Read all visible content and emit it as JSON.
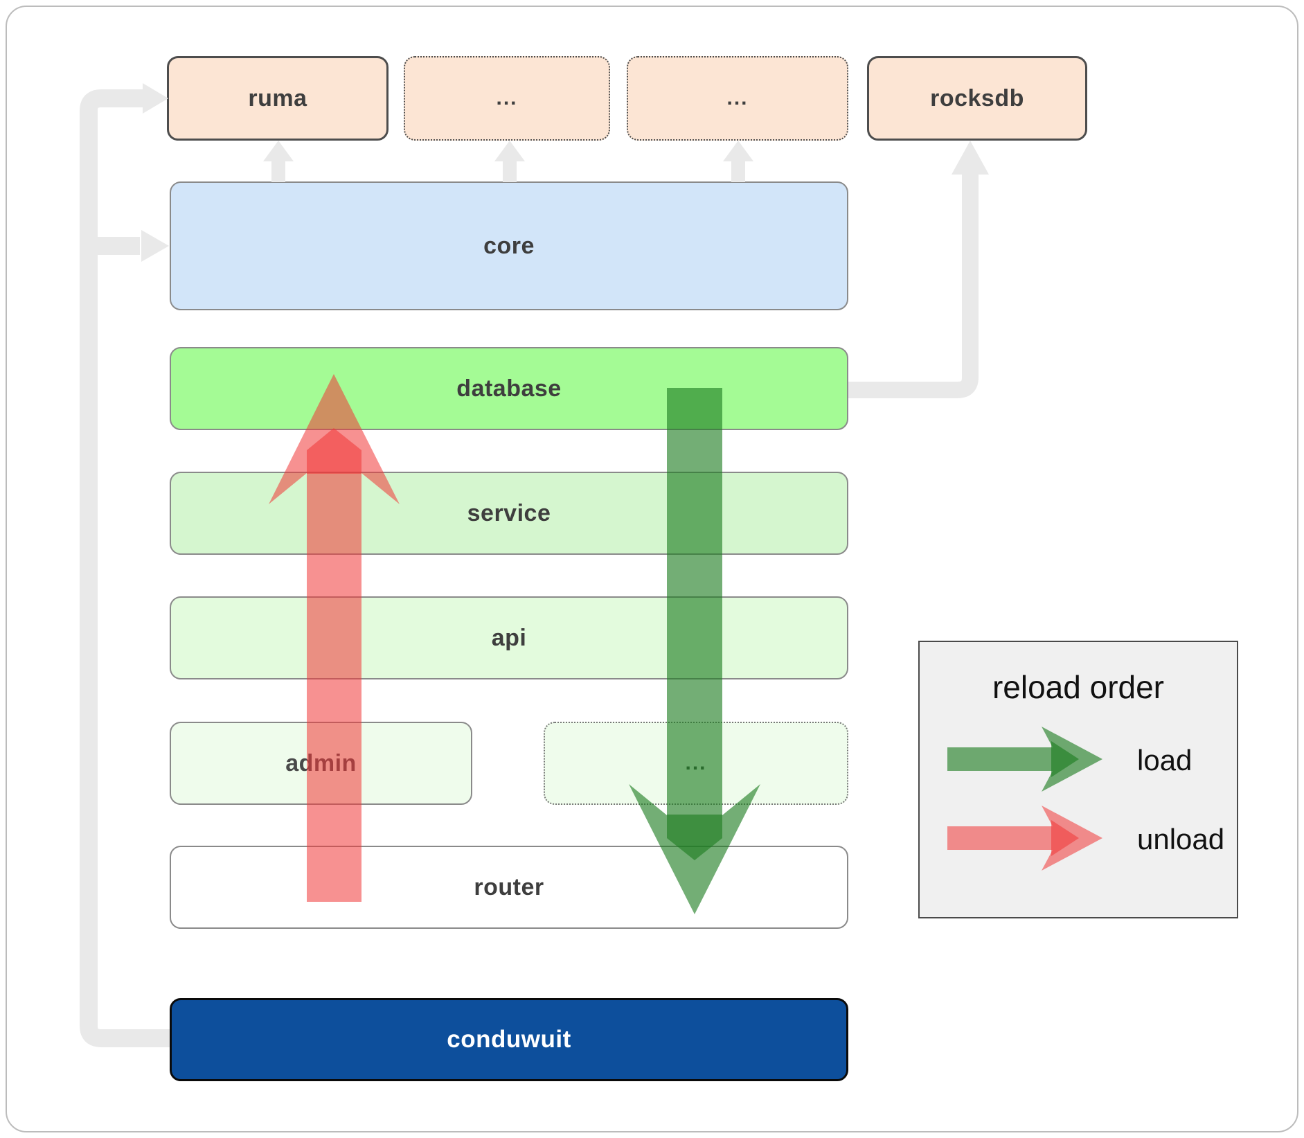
{
  "diagram": {
    "top_row": [
      {
        "label": "ruma",
        "style": "solid",
        "fill": "#fce5d4"
      },
      {
        "label": "...",
        "style": "dotted",
        "fill": "#fce5d4"
      },
      {
        "label": "...",
        "style": "dotted",
        "fill": "#fce5d4"
      },
      {
        "label": "rocksdb",
        "style": "solid",
        "fill": "#fce5d4"
      }
    ],
    "stack": [
      {
        "label": "core",
        "fill": "#d2e5f9"
      },
      {
        "label": "database",
        "fill": "#a4fb95"
      },
      {
        "label": "service",
        "fill": "#d5f6cf"
      },
      {
        "label": "api",
        "fill": "#e3fbdd"
      }
    ],
    "admin_row": [
      {
        "label": "admin",
        "style": "solid",
        "fill": "#effcec"
      },
      {
        "label": "...",
        "style": "dotted",
        "fill": "#effcec"
      }
    ],
    "router_row": {
      "label": "router",
      "fill": "#ffffff"
    },
    "app_row": {
      "label": "conduwuit",
      "fill": "#0d4f9c",
      "text_color": "#ffffff"
    }
  },
  "legend": {
    "title": "reload order",
    "items": [
      {
        "label": "load",
        "color": "#1d7d20",
        "direction": "down"
      },
      {
        "label": "unload",
        "color": "#f03737",
        "direction": "up"
      }
    ]
  },
  "colors": {
    "connector": "#e9e9e9",
    "load_arrow": "#1d7d20",
    "unload_arrow": "#f03737",
    "box_border": "#8a8a8a",
    "dark_border": "#4d4d4d",
    "legend_bg": "#f0f0f0",
    "canvas_border": "#bcbcbc"
  }
}
